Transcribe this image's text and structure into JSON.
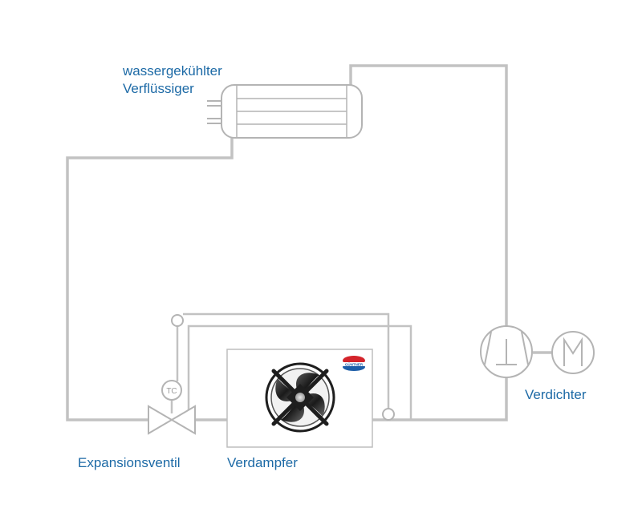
{
  "diagram": {
    "labels": {
      "condenser_line1": "wassergekühlter",
      "condenser_line2": "Verflüssiger",
      "compressor": "Verdichter",
      "expansion_valve": "Expansionsventil",
      "evaporator": "Verdampfer",
      "thermostat": "TC",
      "brand": "GÜNTNER"
    },
    "colors": {
      "pipe": "#c2c2c2",
      "component_stroke": "#b4b4b4",
      "label_text": "#1d6aa6",
      "brand_red": "#d4242b",
      "brand_blue": "#1d5ea8",
      "fan_dark": "#1e1e1e"
    },
    "icons": [
      "compressor-symbol",
      "motor-symbol",
      "fan-icon",
      "brand-logo-icon"
    ]
  }
}
